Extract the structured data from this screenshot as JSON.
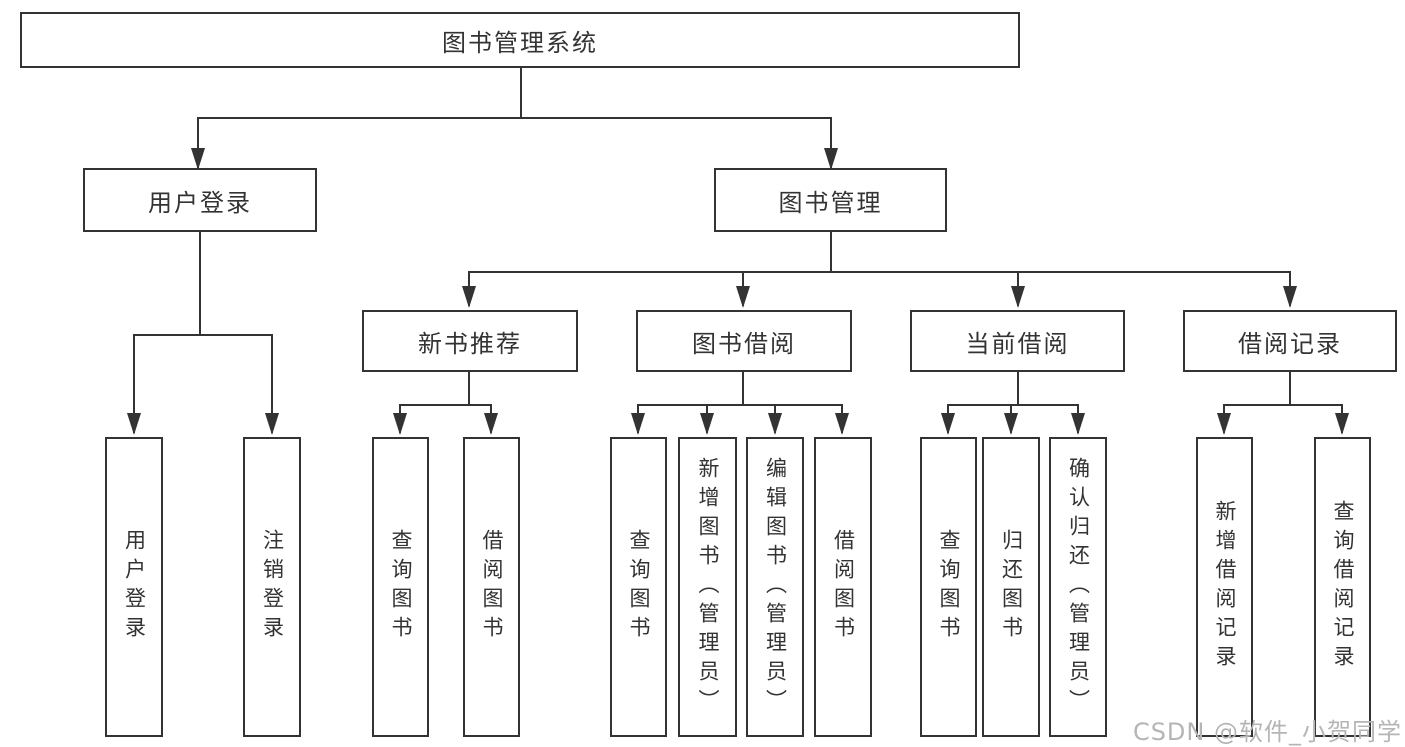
{
  "colors": {
    "line": "#333333",
    "box_border": "#333333",
    "text": "#333333",
    "box_background": "#ffffff",
    "page_background": "#ffffff",
    "watermark": "#b5b5b5"
  },
  "tree": {
    "root": {
      "label": "图书管理系统"
    },
    "branches": [
      {
        "label": "用户登录",
        "children": [
          {
            "label": "用户登录"
          },
          {
            "label": "注销登录"
          }
        ]
      },
      {
        "label": "图书管理",
        "children": [
          {
            "label": "新书推荐",
            "children": [
              {
                "label": "查询图书"
              },
              {
                "label": "借阅图书"
              }
            ]
          },
          {
            "label": "图书借阅",
            "children": [
              {
                "label": "查询图书"
              },
              {
                "label": "新增图书（管理员）"
              },
              {
                "label": "编辑图书（管理员）"
              },
              {
                "label": "借阅图书"
              }
            ]
          },
          {
            "label": "当前借阅",
            "children": [
              {
                "label": "查询图书"
              },
              {
                "label": "归还图书"
              },
              {
                "label": "确认归还（管理员）"
              }
            ]
          },
          {
            "label": "借阅记录",
            "children": [
              {
                "label": "新增借阅记录"
              },
              {
                "label": "查询借阅记录"
              }
            ]
          }
        ]
      }
    ]
  },
  "watermark": {
    "text": "CSDN @软件_小贺同学"
  }
}
